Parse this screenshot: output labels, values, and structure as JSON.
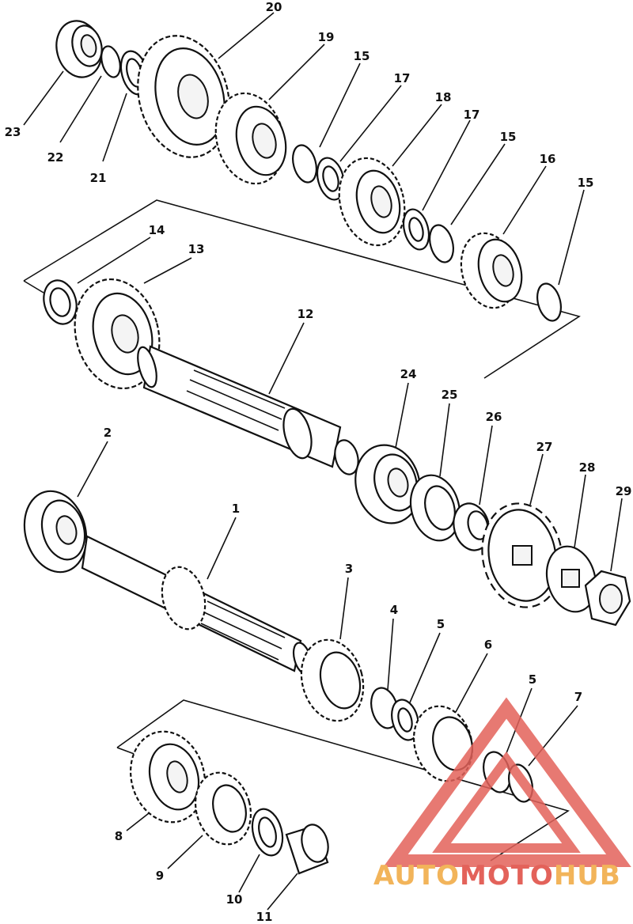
{
  "callouts": [
    "1",
    "2",
    "3",
    "4",
    "5",
    "6",
    "5",
    "7",
    "8",
    "9",
    "10",
    "11",
    "12",
    "13",
    "14",
    "15",
    "17",
    "18",
    "17",
    "15",
    "16",
    "15",
    "19",
    "20",
    "21",
    "22",
    "23",
    "24",
    "25",
    "26",
    "27",
    "28",
    "29"
  ],
  "watermark": {
    "part1": "AUTO",
    "part2": "MOTO",
    "part3": "HUB",
    "color_main": "#e3625a",
    "color_accent": "#f2b45a"
  }
}
